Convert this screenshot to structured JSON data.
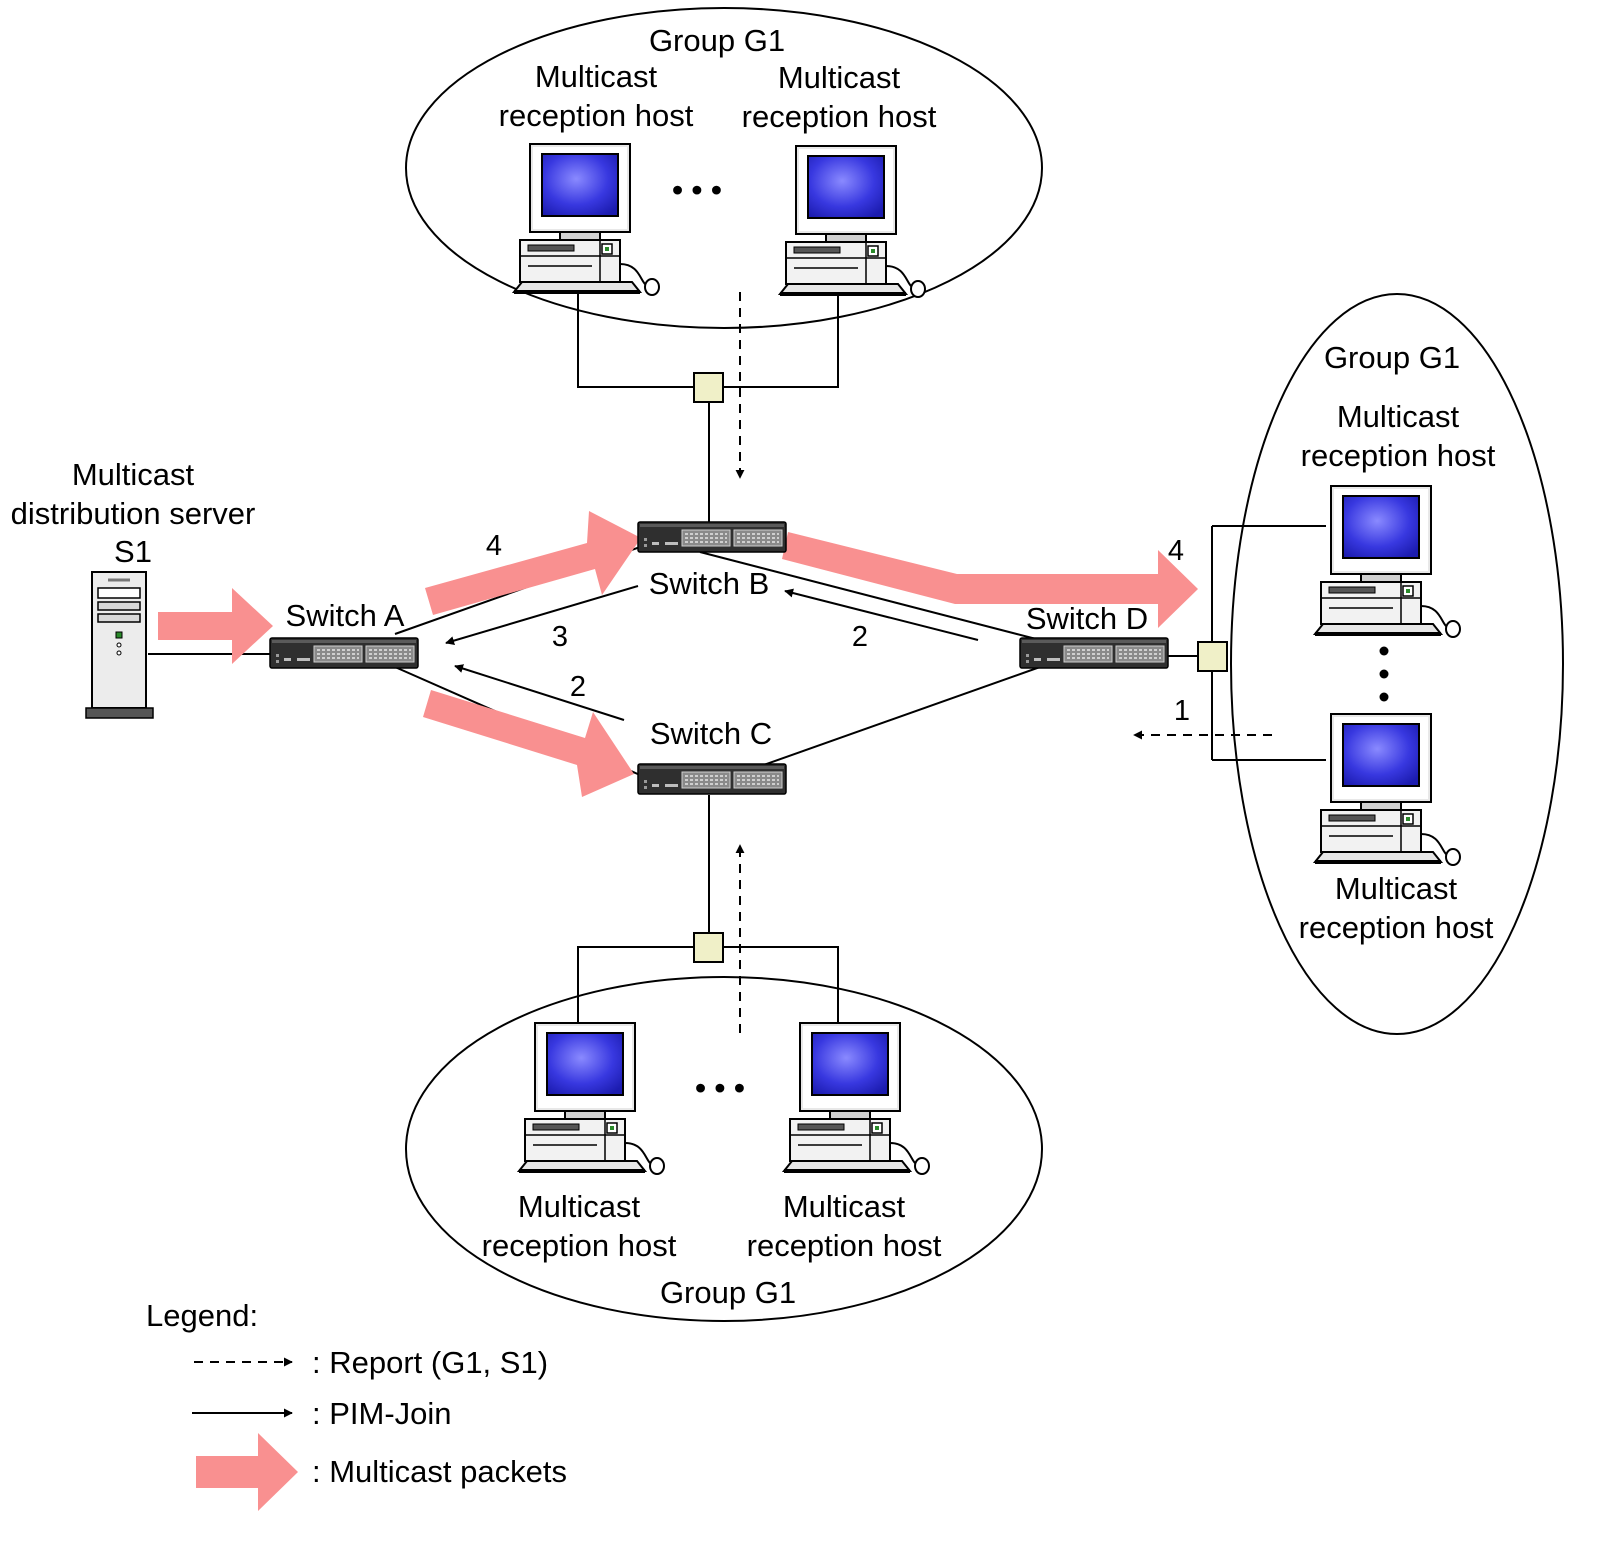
{
  "server": {
    "label_line1": "Multicast",
    "label_line2": "distribution server",
    "label_line3": "S1"
  },
  "switches": {
    "a": "Switch A",
    "b": "Switch B",
    "c": "Switch C",
    "d": "Switch D"
  },
  "groups": {
    "top": {
      "name": "Group G1",
      "host_left_line1": "Multicast",
      "host_left_line2": "reception host",
      "host_right_line1": "Multicast",
      "host_right_line2": "reception host",
      "ellipsis": "• • •"
    },
    "right": {
      "name": "Group G1",
      "host_top_line1": "Multicast",
      "host_top_line2": "reception host",
      "host_bottom_line1": "Multicast",
      "host_bottom_line2": "reception host"
    },
    "bottom": {
      "name": "Group G1",
      "host_left_line1": "Multicast",
      "host_left_line2": "reception host",
      "host_right_line1": "Multicast",
      "host_right_line2": "reception host",
      "ellipsis": "• • •"
    }
  },
  "steps": {
    "report_d": "1",
    "join_d_to_b": "2",
    "join_c_to_a": "2",
    "join_b_to_a": "3",
    "packets_a_to_b": "4",
    "packets_b_to_d": "4"
  },
  "legend": {
    "title": "Legend:",
    "report": ": Report (G1, S1)",
    "pim_join": ": PIM-Join",
    "multicast_packets": ": Multicast packets"
  },
  "colors": {
    "packet_arrow": "#f99090",
    "hub": "#f0f0c8",
    "monitor_screen": "#3a3ae0",
    "switch_body": "#2f2f2f"
  }
}
